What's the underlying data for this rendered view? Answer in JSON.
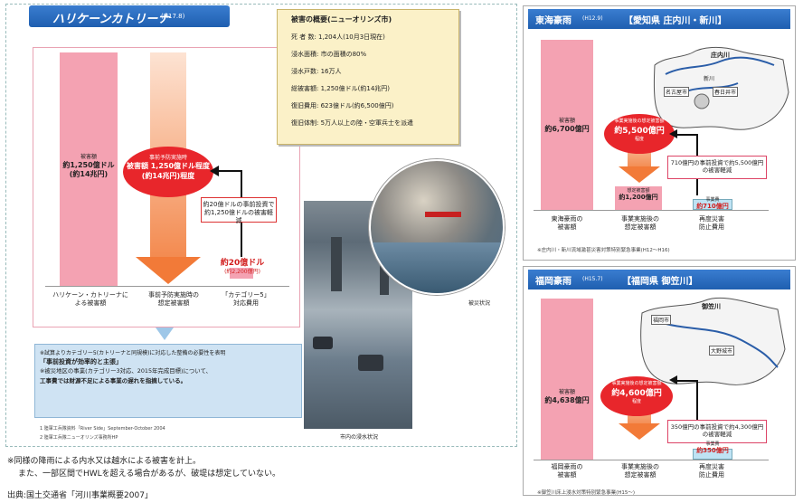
{
  "katrina": {
    "title": "ハリケーンカトリーナ",
    "title_year": "(H17.8)",
    "summary_title": "被害の概要(ニューオリンズ市)",
    "summary_rows": [
      {
        "k": "死 者 数",
        "v": "1,204人(10月3日現在)"
      },
      {
        "k": "浸水面積",
        "v": "市の面積の80%"
      },
      {
        "k": "浸水戸数",
        "v": "16万人"
      },
      {
        "k": "総被害額",
        "v": "1,250億ドル(約14兆円)"
      },
      {
        "k": "復旧費用",
        "v": "623億ドル(約6,500億円)"
      },
      {
        "k": "復旧体制",
        "v": "5万人以上の陸・空軍兵士を派遣"
      }
    ],
    "bar1_label_a": "被害額",
    "bar1_label_b": "約1,250億ドル",
    "bar1_label_c": "(約14兆円)",
    "oval_a": "事前予防実施時",
    "oval_b": "被害額 1,250億ドル程度",
    "oval_c": "(約14兆円)程度",
    "note": "約20億ドルの事前投資で約1,250億ドルの被害軽減",
    "bar3_a": "約20億ドル",
    "bar3_b": "(約2,200億円)",
    "label1": "ハリケーン・カトリーナに\nよる被害額",
    "label2": "事前予防実施時の\n想定被害額",
    "label3": "「カテゴリー5」\n対応費用",
    "bottom_line1": "※試算よりカテゴリー5(カトリーナと同規模)に対応した整備の必要性を表明",
    "bottom_line2": "「事前投資が効率的と主張」",
    "bottom_line3": "※被災地区の事業(カテゴリー3対応、2015年完成目標)について、",
    "bottom_line4": "工事費では財源不足による事業の遅れを指摘している。",
    "source1": "1 陸軍工兵隊資料「River Side」September-October 2004",
    "source2": "2 陸軍工兵隊ニューオリンズ事務所HP",
    "photo_cap1": "被災状況",
    "photo_cap2": "市内の浸水状況"
  },
  "tokai": {
    "title": "東海豪雨",
    "title_year": "(H12.9)",
    "title_loc": "【愛知県 庄内川・新川】",
    "bar1_a": "被害額",
    "bar1_b": "約6,700億円",
    "oval_a": "事業実施後の想定被害額",
    "oval_b": "約5,500億円",
    "oval_c": "程度",
    "note": "710億円の事前投資で約5,500億円の被害軽減",
    "bar2_a": "想定被害額",
    "bar2_b": "約1,200億円",
    "bar3_a": "事業費",
    "bar3_b": "約710億円",
    "label1": "東海豪雨の\n被害額",
    "label2": "事業実施後の\n想定被害額",
    "label3": "再度災害\n防止費用",
    "footer": "※庄内川・新川流域激甚災害対策特別緊急事業(H12〜H16)",
    "map_labels": [
      "庄内川",
      "新川",
      "名古屋市",
      "春日井市"
    ]
  },
  "fukuoka": {
    "title": "福岡豪雨",
    "title_year": "(H15.7)",
    "title_loc": "【福岡県 御笠川】",
    "bar1_a": "被害額",
    "bar1_b": "約4,638億円",
    "oval_a": "事業実施後の想定被害額",
    "oval_b": "約4,600億円",
    "oval_c": "程度",
    "note": "350億円の事前投資で約4,300億円の被害軽減",
    "bar3_a": "事業費",
    "bar3_b": "約350億円",
    "label1": "福岡豪雨の\n被害額",
    "label2": "事業実施後の\n想定被害額",
    "label3": "再度災害\n防止費用",
    "footer": "※御笠川床上浸水対策特別緊急事業(H15〜)",
    "map_labels": [
      "御笠川",
      "福岡市",
      "大野城市"
    ]
  },
  "notes": {
    "line1": "※同様の降雨による内水又は越水による被害を計上。",
    "line2": "また、一部区間でHWLを超える場合があるが、破堤は想定していない。",
    "source": "出典:国土交通省「河川事業概要2007」"
  },
  "colors": {
    "red": "#e8262b",
    "pink": "#f4a2b2",
    "blue_title": "#2f6fc0",
    "orange": "#f7a25a",
    "lightblue": "#cfe3f3"
  }
}
